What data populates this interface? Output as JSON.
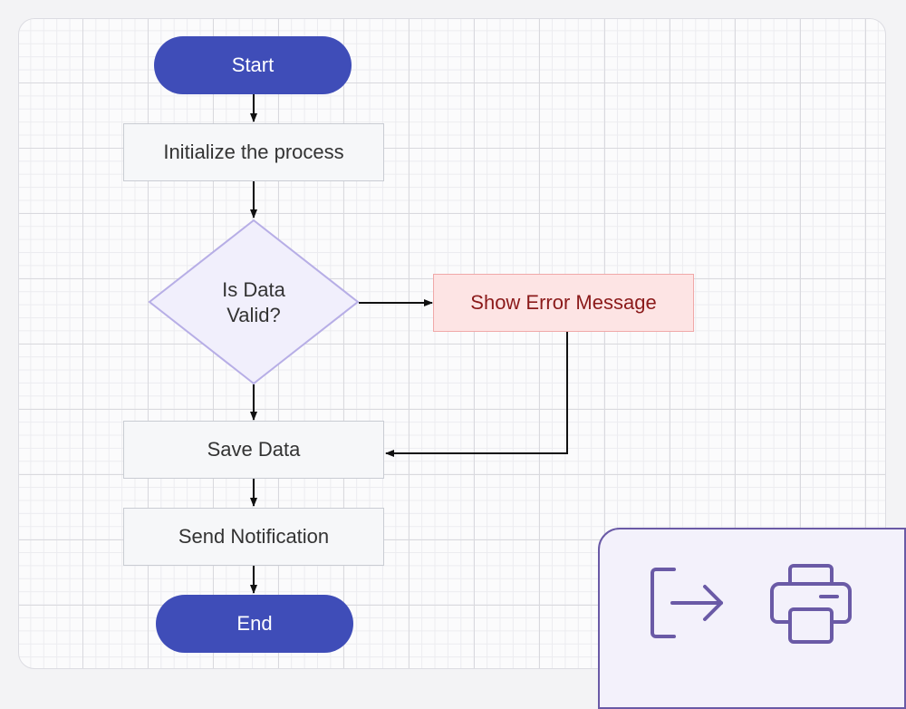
{
  "flowchart": {
    "start": "Start",
    "init": "Initialize the process",
    "decision": "Is  Data\nValid?",
    "error": "Show Error Message",
    "save": "Save Data",
    "notify": "Send Notification",
    "end": "End"
  },
  "toolbar": {
    "icons": [
      "export-icon",
      "print-icon"
    ]
  },
  "colors": {
    "terminal": "#3f4db8",
    "decision_fill": "#f1effc",
    "decision_stroke": "#b7aee6",
    "error_fill": "#fde4e4",
    "panel_accent": "#6a5aa6"
  }
}
